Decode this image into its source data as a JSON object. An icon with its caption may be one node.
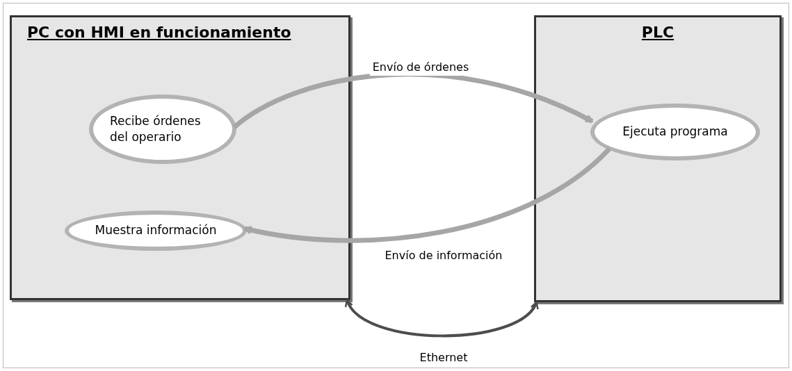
{
  "diagram": {
    "nodes": [
      {
        "text": [
          "PC con HMI en funcionamiento"
        ]
      },
      {
        "text": [
          "Recibe órdenes del operario"
        ],
        "in": 0
      },
      {
        "text": [
          "Muestra información"
        ],
        "in": 0
      },
      {
        "text": [
          "PLC"
        ]
      },
      {
        "text": [
          "Ejecuta programa"
        ],
        "in": 3
      }
    ],
    "edges": [
      {
        "from": 1,
        "to": 4,
        "arrow": "to",
        "label": "Envío de órdenes"
      },
      {
        "from": 4,
        "to": 2,
        "arrow": "to",
        "label": "Envío de información"
      },
      {
        "from": 0,
        "to": 3,
        "arrow": "both",
        "label": "Ethernet",
        "color": "#4d4d4d"
      }
    ]
  }
}
